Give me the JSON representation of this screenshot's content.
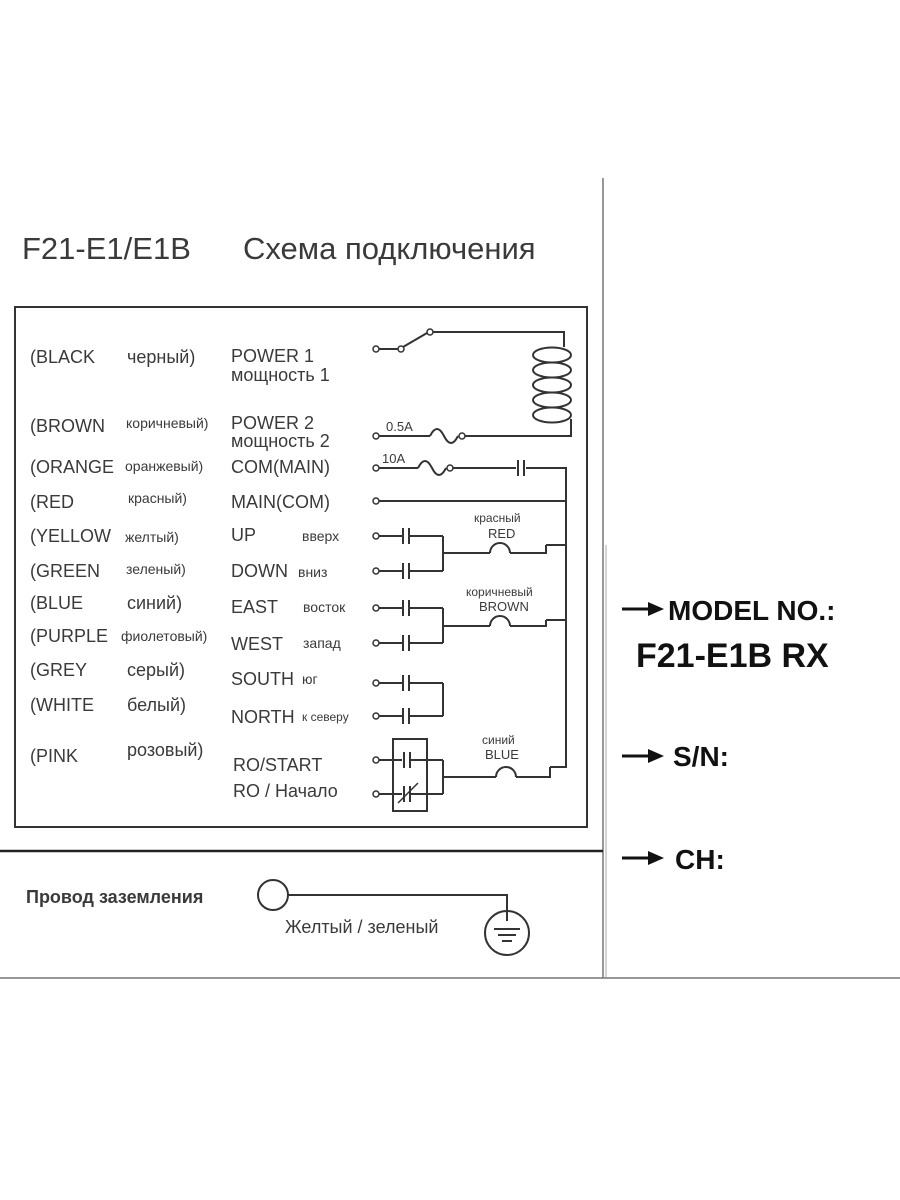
{
  "title": {
    "model": "F21-E1/E1B",
    "caption": "Схема подключения"
  },
  "wires": [
    {
      "color_en": "(BLACK",
      "color_ru": "черный)",
      "func_en": "POWER 1",
      "func_ru": "мощность 1"
    },
    {
      "color_en": "(BROWN",
      "color_ru": "коричневый)",
      "func_en": "POWER 2",
      "func_ru": "мощность 2"
    },
    {
      "color_en": "(ORANGE",
      "color_ru": "оранжевый)",
      "func_en": "COM(MAIN)",
      "func_ru": ""
    },
    {
      "color_en": "(RED",
      "color_ru": "красный)",
      "func_en": "MAIN(COM)",
      "func_ru": ""
    },
    {
      "color_en": "(YELLOW",
      "color_ru": "желтый)",
      "func_en": "UP",
      "func_ru": "вверх"
    },
    {
      "color_en": "(GREEN",
      "color_ru": "зеленый)",
      "func_en": "DOWN",
      "func_ru": "вниз"
    },
    {
      "color_en": "(BLUE",
      "color_ru": "синий)",
      "func_en": "EAST",
      "func_ru": "восток"
    },
    {
      "color_en": "(PURPLE",
      "color_ru": "фиолетовый)",
      "func_en": "WEST",
      "func_ru": "запад"
    },
    {
      "color_en": "(GREY",
      "color_ru": "серый)",
      "func_en": "SOUTH",
      "func_ru": "юг"
    },
    {
      "color_en": "(WHITE",
      "color_ru": "белый)",
      "func_en": "NORTH",
      "func_ru": "к северу"
    },
    {
      "color_en": "(PINK",
      "color_ru": "розовый)",
      "func_en": "RO/START",
      "func_ru": "RO / Начало"
    }
  ],
  "fuses": {
    "small": "0.5A",
    "large": "10A"
  },
  "coils": [
    {
      "ru": "красный",
      "en": "RED"
    },
    {
      "ru": "коричневый",
      "en": "BROWN"
    },
    {
      "ru": "синий",
      "en": "BLUE"
    }
  ],
  "ground": {
    "label": "Провод заземления",
    "wire": "Желтый / зеленый"
  },
  "side": {
    "model_label": "MODEL NO.:",
    "model_value": "F21-E1B RX",
    "sn_label": "S/N:",
    "ch_label": "CH:",
    "sn_value": "",
    "ch_value": ""
  }
}
